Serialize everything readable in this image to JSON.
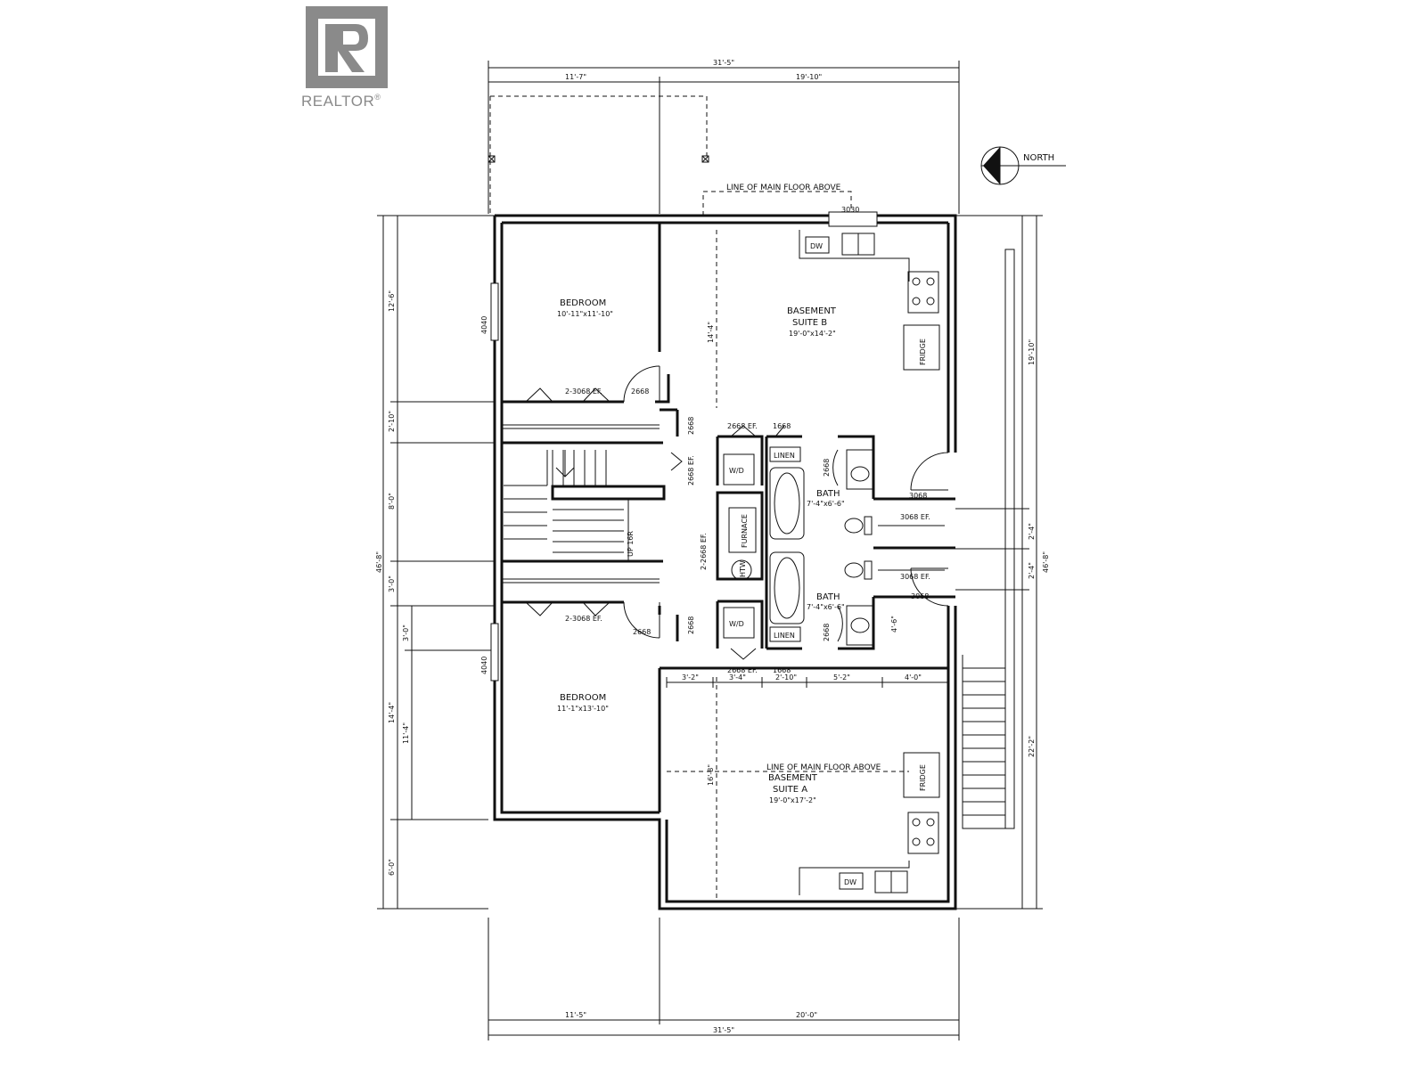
{
  "logo": {
    "text": "REALTOR",
    "mark": "®"
  },
  "compass": {
    "label": "NORTH"
  },
  "notes": {
    "main_floor_top": "LINE OF MAIN FLOOR ABOVE",
    "main_floor_bottom": "LINE OF MAIN FLOOR ABOVE"
  },
  "rooms": {
    "bedroom_top": {
      "name": "BEDROOM",
      "size": "10'-11\"x11'-10\""
    },
    "suite_b": {
      "name": "BASEMENT",
      "sub": "SUITE B",
      "size": "19'-0\"x14'-2\""
    },
    "bedroom_bottom": {
      "name": "BEDROOM",
      "size": "11'-1\"x13'-10\""
    },
    "suite_a": {
      "name": "BASEMENT",
      "sub": "SUITE A",
      "size": "19'-0\"x17'-2\""
    },
    "bath_top": {
      "name": "BATH",
      "size": "7'-4\"x6'-6\""
    },
    "bath_bottom": {
      "name": "BATH",
      "size": "7'-4\"x6'-6\""
    }
  },
  "fixtures": {
    "fridge": "FRIDGE",
    "dw": "DW",
    "wd": "W/D",
    "linen": "LINEN",
    "furnace": "FURNACE",
    "htu": "HTW",
    "stairs": "UP 16R"
  },
  "door_tags": {
    "d3030": "3030",
    "d2668": "2668",
    "d2668ef": "2668 EF.",
    "d1668": "1668",
    "d3068": "3068",
    "d3068ef": "3068 EF.",
    "d2_3068": "2-3068 EF.",
    "d2_2668": "2-2668 EF.",
    "w4040": "4040"
  },
  "dims": {
    "top_total": "31'-5\"",
    "top_left": "11'-7\"",
    "top_right": "19'-10\"",
    "bottom_total": "31'-5\"",
    "bottom_left": "11'-5\"",
    "bottom_right": "20'-0\"",
    "left_total": "46'-8\"",
    "left_1": "12'-6\"",
    "left_2": "2'-10\"",
    "left_3": "8'-0\"",
    "left_4": "3'-0\"",
    "left_5": "14'-4\"",
    "left_6": "6'-0\"",
    "left_7": "3'-0\"",
    "left_8": "11'-4\"",
    "right_total": "46'-8\"",
    "right_1": "19'-10\"",
    "right_2": "2'-4\"",
    "right_3": "2'-4\"",
    "right_4": "22'-2\"",
    "suite_b_h": "14'-4\"",
    "suite_a_h": "16'-8\"",
    "bath_h": "4'-6\"",
    "row_1": "3'-2\"",
    "row_2": "3'-4\"",
    "row_3": "2'-10\"",
    "row_4": "5'-2\"",
    "row_5": "4'-0\""
  }
}
